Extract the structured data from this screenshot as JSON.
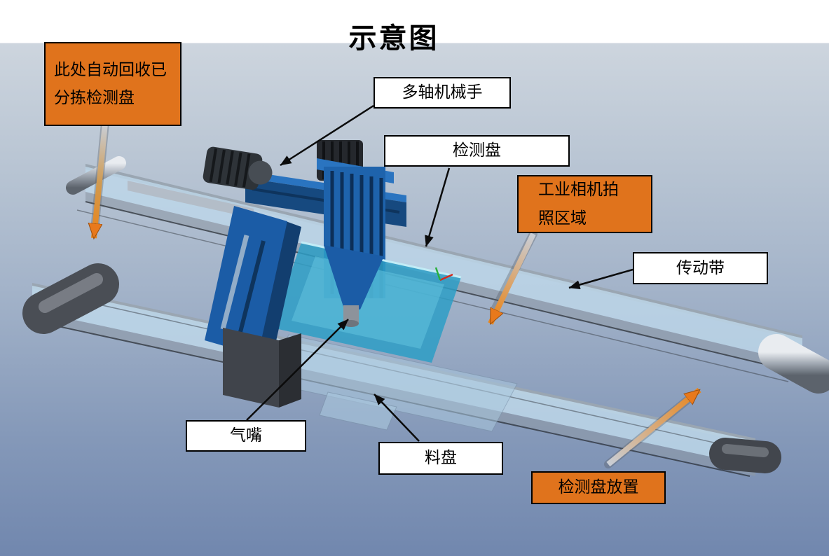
{
  "title": "示意图",
  "callouts": {
    "recycle_area": {
      "lines": [
        "此处自动回收已",
        "分拣检测盘"
      ]
    },
    "multi_axis_arm": {
      "label": "多轴机械手"
    },
    "detection_tray": {
      "label": "检测盘"
    },
    "camera_area": {
      "lines": [
        "工业相机拍",
        "照区域"
      ]
    },
    "conveyor_belt": {
      "label": "传动带"
    },
    "air_nozzle": {
      "label": "气嘴"
    },
    "material_tray": {
      "label": "料盘"
    },
    "tray_placement": {
      "label": "检测盘放置"
    }
  },
  "colors": {
    "orange_callout": "#E0731C",
    "white_callout": "#FFFFFF",
    "callout_border": "#000000",
    "arrow_black": "#0B0B0B",
    "arrow_orange": "#E8791C",
    "machine_blue": "#1B5CA6",
    "tray_teal": "#2D9EC6",
    "belt_blue": "#BDD7E9",
    "background_top": "#FFFFFF",
    "background_bottom": "#7187AE"
  }
}
